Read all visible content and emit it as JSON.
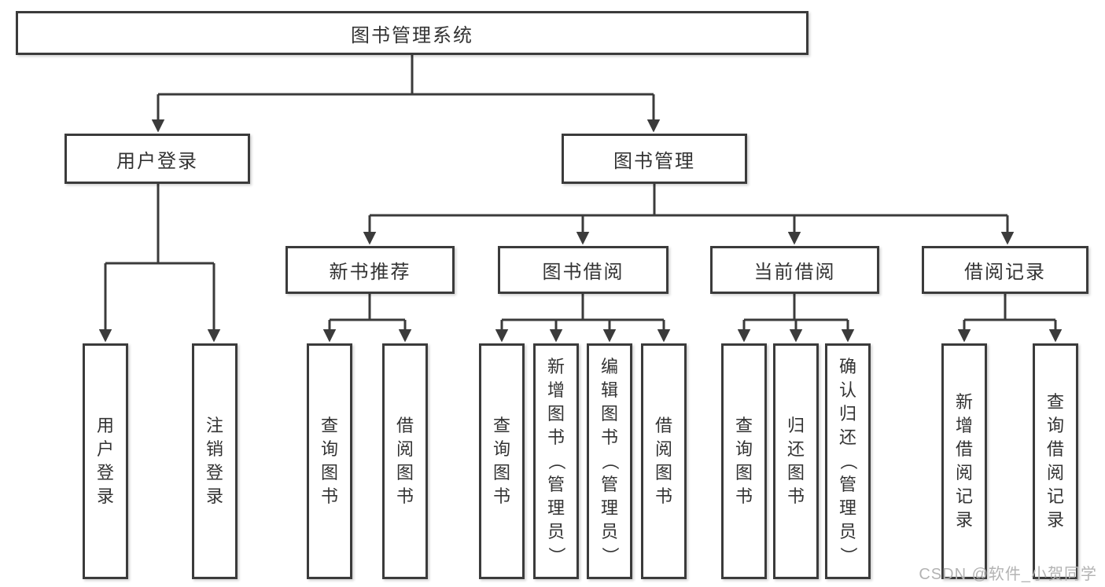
{
  "diagram": {
    "watermark": "CSDN @软件_小贺同学",
    "colors": {
      "line": "#3b3b3b",
      "text": "#333333",
      "watermark": "#b3b3b3",
      "bg": "#ffffff"
    },
    "nodes": {
      "root": "图书管理系统",
      "user_login": "用户登录",
      "book_mgmt": "图书管理",
      "new_book_rec": "新书推荐",
      "book_borrow": "图书借阅",
      "current_borrow": "当前借阅",
      "borrow_record": "借阅记录",
      "ul_login": "用户登录",
      "ul_logout": "注销登录",
      "nb_query": "查询图书",
      "nb_borrow": "借阅图书",
      "bb_query": "查询图书",
      "bb_add": "新增图书（管理员）",
      "bb_edit": "编辑图书（管理员）",
      "bb_borrow": "借阅图书",
      "cb_query": "查询图书",
      "cb_return": "归还图书",
      "cb_confirm": "确认归还（管理员）",
      "br_add": "新增借阅记录",
      "br_query": "查询借阅记录"
    }
  }
}
